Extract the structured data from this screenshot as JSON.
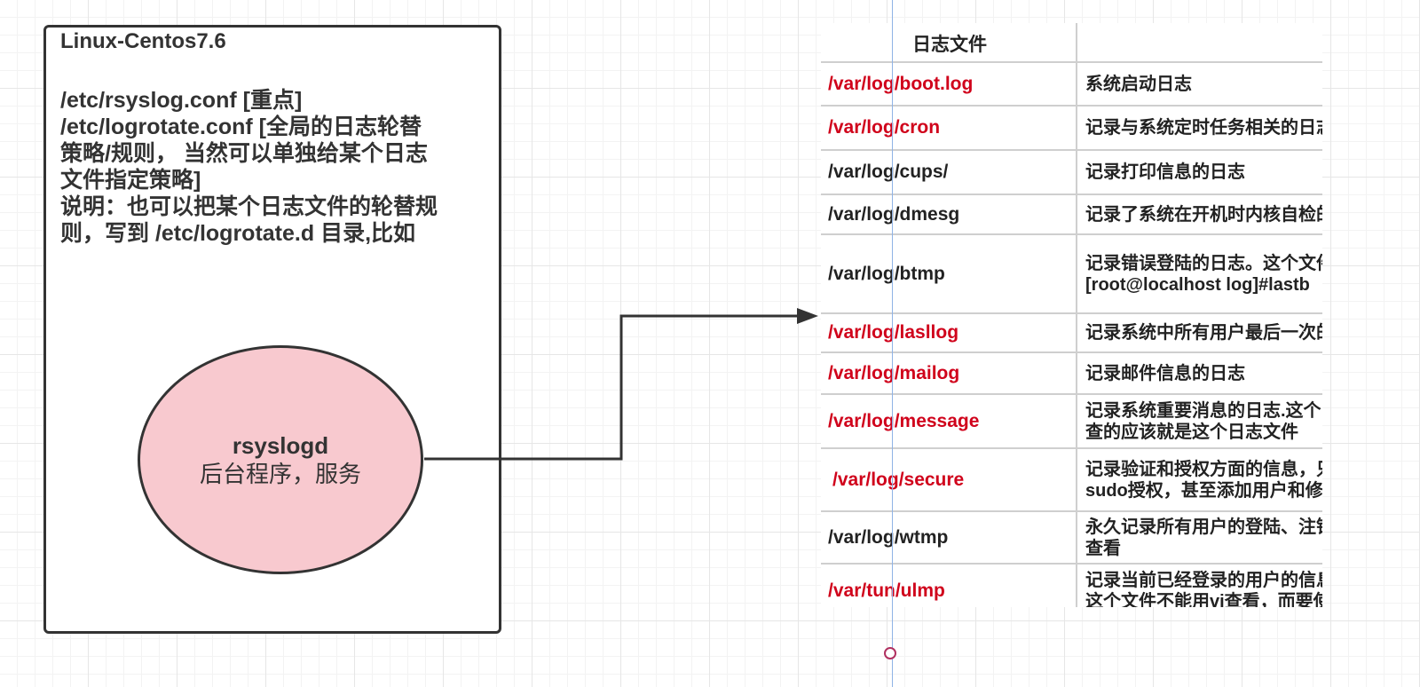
{
  "left_box": {
    "title": "Linux-Centos7.6",
    "lines": [
      "/etc/rsyslog.conf [重点]",
      "/etc/logrotate.conf [全局的日志轮替",
      "策略/规则， 当然可以单独给某个日志",
      "文件指定策略]",
      "说明：也可以把某个日志文件的轮替规",
      "则，写到 /etc/logrotate.d 目录,比如"
    ]
  },
  "ellipse": {
    "line1": "rsyslogd",
    "line2": "后台程序，服务",
    "fill_color": "#f8c9cf"
  },
  "table": {
    "header": "日志文件",
    "highlight_color": "#d0021b",
    "rows": [
      {
        "path": "/var/log/boot.log",
        "desc": [
          "系统启动日志"
        ],
        "highlight": true
      },
      {
        "path": "/var/log/cron",
        "desc": [
          "记录与系统定时任务相关的日志"
        ],
        "highlight": true
      },
      {
        "path": "/var/log/cups/",
        "desc": [
          "记录打印信息的日志"
        ],
        "highlight": false
      },
      {
        "path": "/var/log/dmesg",
        "desc": [
          "记录了系统在开机时内核自检的"
        ],
        "highlight": false
      },
      {
        "path": "/var/log/btmp",
        "desc": [
          "记录错误登陆的日志。这个文件",
          "[root@localhost log]#lastb"
        ],
        "highlight": false
      },
      {
        "path": "/var/log/lasllog",
        "desc": [
          "记录系统中所有用户最后一次的"
        ],
        "highlight": true
      },
      {
        "path": "/var/log/mailog",
        "desc": [
          "记录邮件信息的日志"
        ],
        "highlight": true
      },
      {
        "path": "/var/log/message",
        "desc": [
          "记录系统重要消息的日志.这个",
          "查的应该就是这个日志文件"
        ],
        "highlight": true
      },
      {
        "path": "/var/log/secure",
        "desc": [
          "记录验证和授权方面的信息，只",
          "sudo授权，甚至添加用户和修"
        ],
        "highlight": true
      },
      {
        "path": "/var/log/wtmp",
        "desc": [
          "永久记录所有用户的登陆、注销",
          "查看"
        ],
        "highlight": false
      },
      {
        "path": "/var/tun/ulmp",
        "desc": [
          "记录当前已经登录的用户的信息",
          "这个文件不能用vi查看，而要使"
        ],
        "highlight": true
      }
    ]
  }
}
